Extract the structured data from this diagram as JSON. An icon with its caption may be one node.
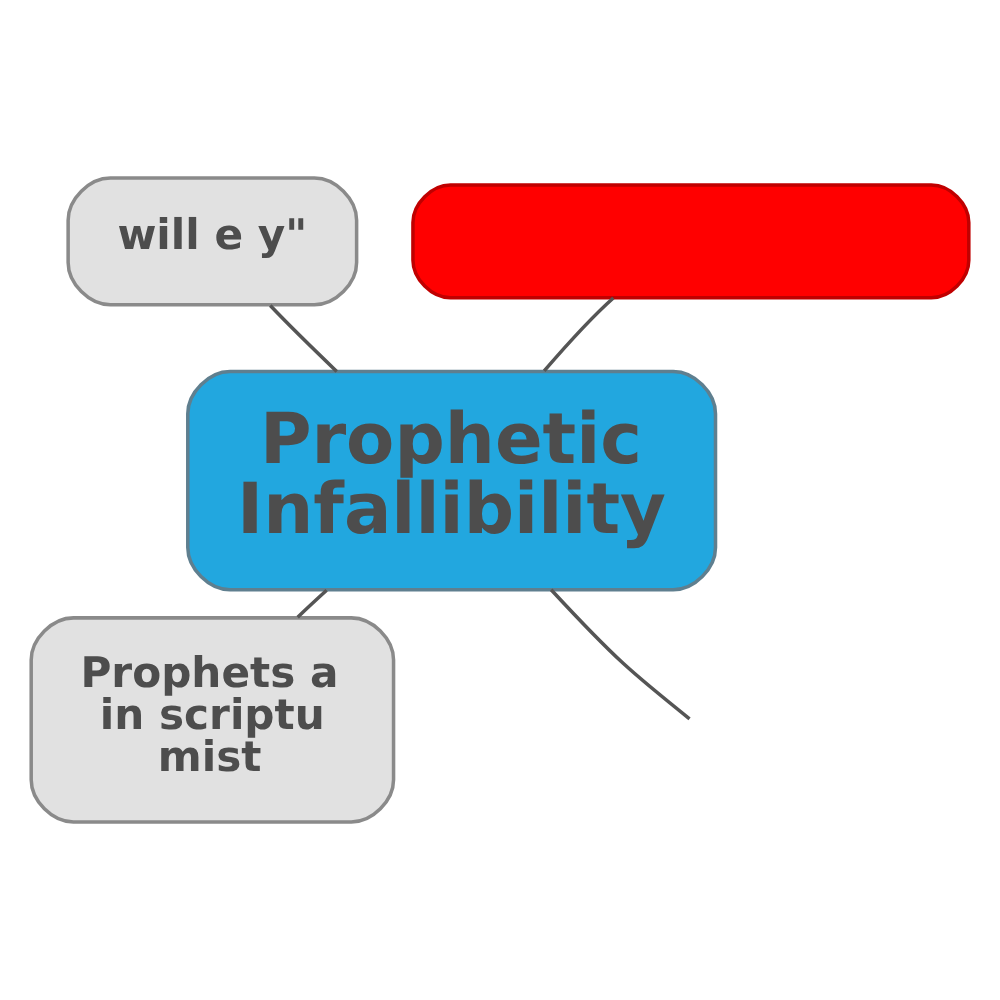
{
  "diagram": {
    "nodes": [
      {
        "text": [
          "Prophetic Infallibility"
        ]
      },
      {
        "text": [],
        "shape": "box"
      },
      {
        "text": [
          "will e y\""
        ]
      },
      {
        "text": [
          "Prophets a in scriptu mist"
        ]
      }
    ],
    "edges": [
      {
        "from": 0,
        "to": 1,
        "arrow": "none"
      },
      {
        "from": 0,
        "to": 2,
        "arrow": "none"
      },
      {
        "from": 0,
        "to": 3,
        "arrow": "none"
      },
      {
        "from": 0,
        "to": null,
        "arrow": "none"
      }
    ]
  }
}
